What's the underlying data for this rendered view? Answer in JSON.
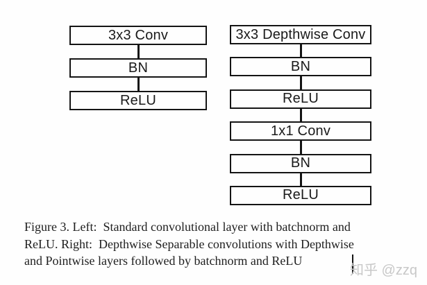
{
  "diagram_left": {
    "boxes": [
      "3x3 Conv",
      "BN",
      "ReLU"
    ]
  },
  "diagram_right": {
    "boxes": [
      "3x3 Depthwise Conv",
      "BN",
      "ReLU",
      "1x1 Conv",
      "BN",
      "ReLU"
    ]
  },
  "caption": {
    "lines": [
      "Figure 3. Left:  Standard convolutional layer with batchnorm and",
      "ReLU. Right:  Depthwise Separable convolutions with Depthwise",
      "and Pointwise layers followed by batchnorm and ReLU"
    ]
  },
  "watermark": {
    "text": "知乎 @zzq"
  },
  "colors": {
    "background": "#fefefe",
    "box_border": "#141414",
    "box_fill": "#fefefe",
    "text": "#1a1a1a",
    "watermark": "#c8c8c8"
  }
}
